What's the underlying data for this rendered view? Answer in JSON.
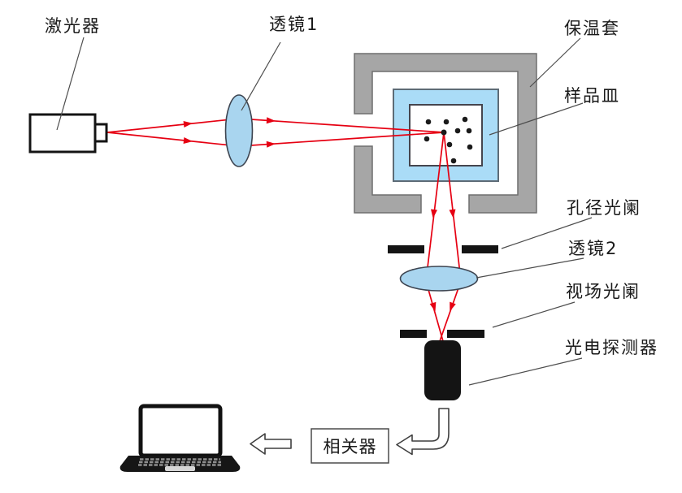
{
  "labels": {
    "laser": "激光器",
    "lens1": "透镜1",
    "jacket": "保温套",
    "dish": "样品皿",
    "aperture": "孔径光阑",
    "lens2": "透镜2",
    "field_stop": "视场光阑",
    "detector": "光电探测器",
    "correlator": "相关器"
  },
  "colors": {
    "beam": "#e60012",
    "jacket": "#a6a6a6",
    "dish": "#aadcf7",
    "lens": "#a9d5ef",
    "component_black": "#141414",
    "leader_line": "#4d4d4d",
    "label_text": "#1a1a1a"
  }
}
